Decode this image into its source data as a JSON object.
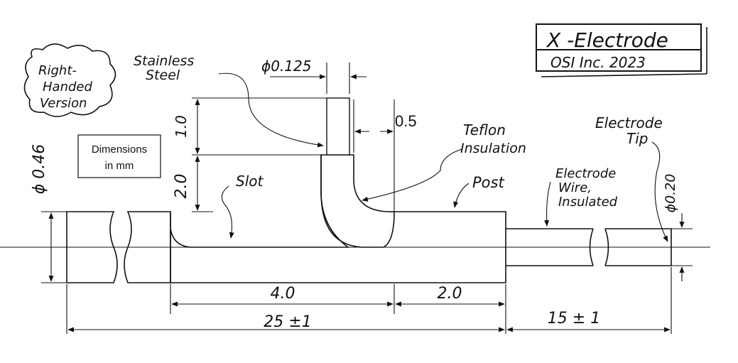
{
  "title_block": {
    "title": "X -Electrode",
    "subtitle": "OSI Inc. 2023"
  },
  "version_bubble": {
    "line1": "Right-",
    "line2": "Handed",
    "line3": "Version"
  },
  "units_note": {
    "line1": "Dimensions",
    "line2": "in mm"
  },
  "labels": {
    "stainless_line1": "Stainless",
    "stainless_line2": "Steel",
    "teflon_line1": "Teflon",
    "teflon_line2": "Insulation",
    "slot": "Slot",
    "post": "Post",
    "wire_line1": "Electrode",
    "wire_line2": "Wire,",
    "wire_line3": "Insulated",
    "tip_line1": "Electrode",
    "tip_line2": "Tip"
  },
  "dimensions": {
    "post_diameter": "ϕ0.125",
    "wall": "0.5",
    "post_height": "1.0",
    "slot_depth": "2.0",
    "rod_diameter": "ϕ 0.46",
    "wire_diameter": "ϕ0.20",
    "slot_length": "4.0",
    "post_length": "2.0",
    "total_length": "25 ±1",
    "wire_length": "15 ± 1"
  },
  "colors": {
    "ink": "#111111",
    "hatch": "#555555",
    "paper": "#ffffff"
  }
}
